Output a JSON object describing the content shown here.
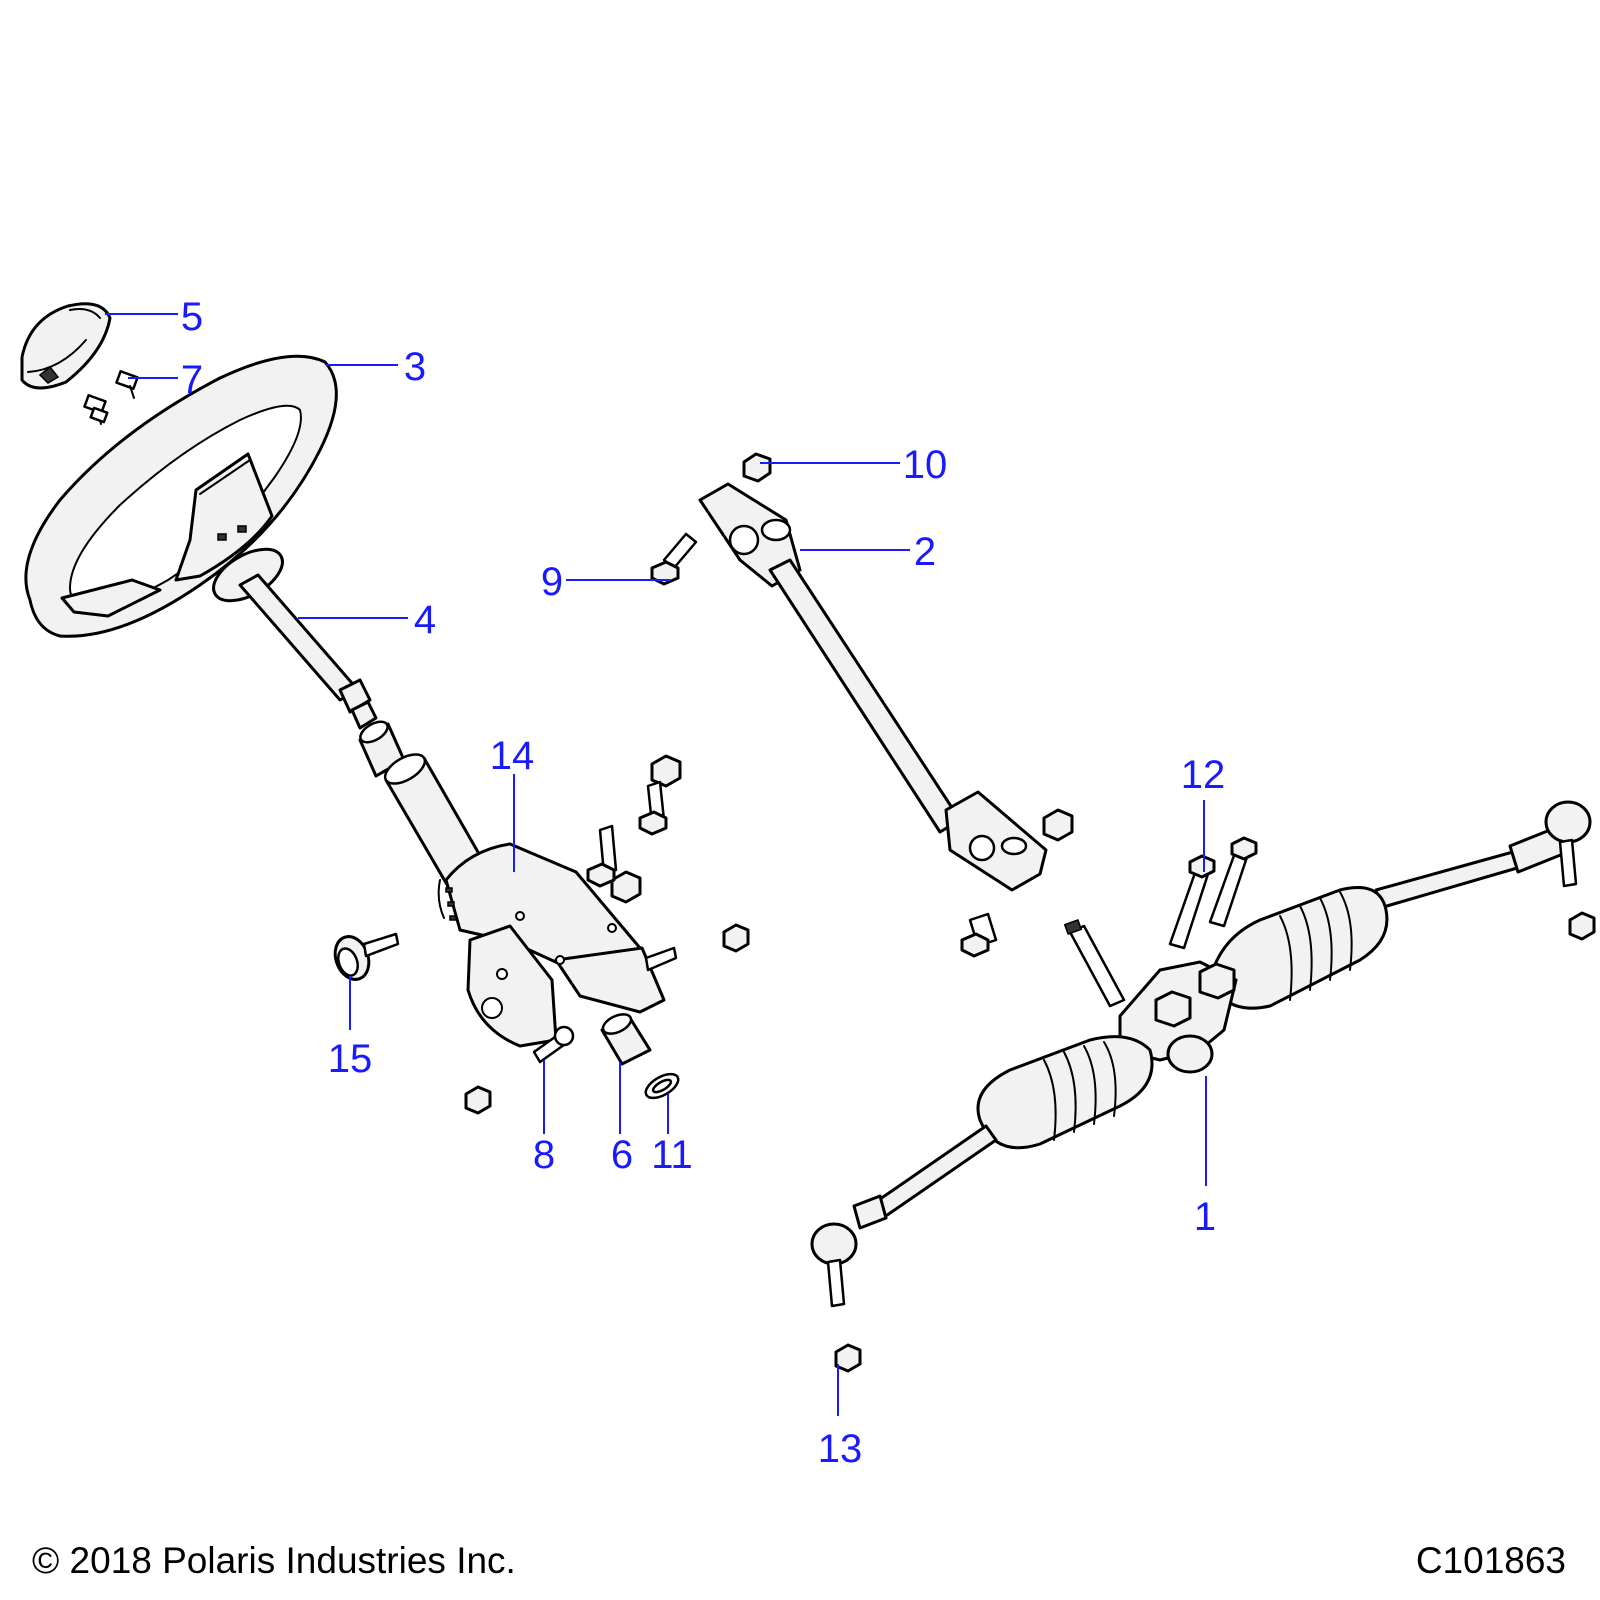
{
  "callouts": [
    {
      "label": "1",
      "part": "steering rack assembly"
    },
    {
      "label": "2",
      "part": "intermediate shaft"
    },
    {
      "label": "3",
      "part": "steering wheel"
    },
    {
      "label": "4",
      "part": "steering shaft"
    },
    {
      "label": "5",
      "part": "center cap"
    },
    {
      "label": "7",
      "part": "screw"
    },
    {
      "label": "9",
      "part": "bolt"
    },
    {
      "label": "10",
      "part": "nut"
    },
    {
      "label": "12",
      "part": "bolt"
    },
    {
      "label": "14",
      "part": "steering column bracket"
    },
    {
      "label": "15",
      "part": "knob"
    },
    {
      "label": "8",
      "part": "pin"
    },
    {
      "label": "6",
      "part": "bushing"
    },
    {
      "label": "11",
      "part": "washer"
    },
    {
      "label": "13",
      "part": "nut"
    }
  ],
  "footer": {
    "copyright": "© 2018 Polaris Industries Inc.",
    "drawing_number": "C101863"
  }
}
